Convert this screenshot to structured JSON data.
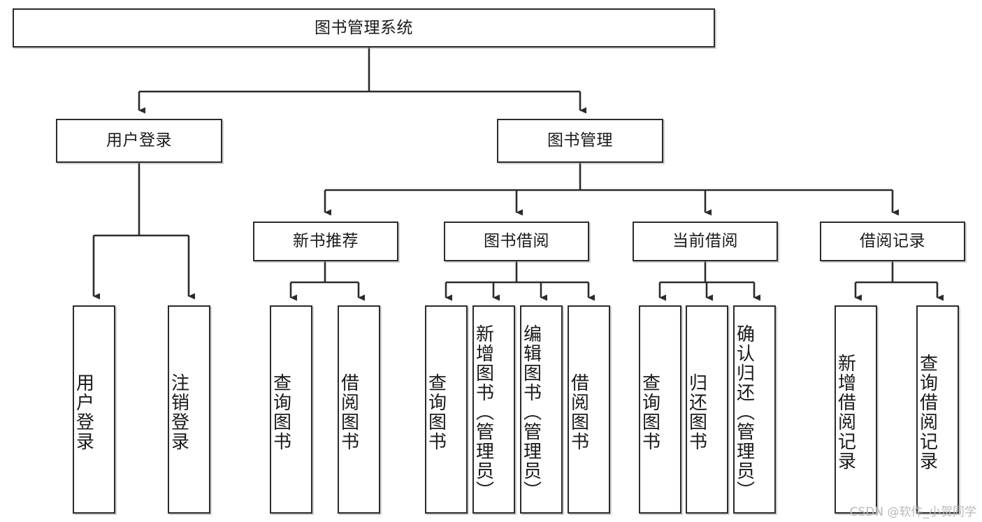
{
  "diagram": {
    "type": "tree",
    "title_node": "图书管理系统",
    "watermark": "CSDN @软件_小贺同学",
    "colors": {
      "box_border": "#2b2b2b",
      "box_fill": "#ffffff",
      "connector": "#2b2b2b",
      "text": "#1a1a1a",
      "watermark": "#b9b9b9"
    },
    "nodes": {
      "root": {
        "label": "图书管理系统"
      },
      "level2": [
        {
          "id": "user-login",
          "label": "用户登录"
        },
        {
          "id": "book-manage",
          "label": "图书管理"
        }
      ],
      "level3": [
        {
          "id": "new-book-recommend",
          "label": "新书推荐"
        },
        {
          "id": "book-borrow",
          "label": "图书借阅"
        },
        {
          "id": "current-borrow",
          "label": "当前借阅"
        },
        {
          "id": "borrow-record",
          "label": "借阅记录"
        }
      ],
      "leaves": {
        "user_login": [
          {
            "id": "leaf-user-login",
            "label": "用户登录"
          },
          {
            "id": "leaf-logout-login",
            "label": "注销登录"
          }
        ],
        "new_book_recommend": [
          {
            "id": "leaf-query-book-1",
            "label": "查询图书"
          },
          {
            "id": "leaf-borrow-book-1",
            "label": "借阅图书"
          }
        ],
        "book_borrow": [
          {
            "id": "leaf-query-book-2",
            "label": "查询图书"
          },
          {
            "id": "leaf-add-book",
            "label": "新增图书（管理员）"
          },
          {
            "id": "leaf-edit-book",
            "label": "编辑图书（管理员）"
          },
          {
            "id": "leaf-borrow-book-2",
            "label": "借阅图书"
          }
        ],
        "current_borrow": [
          {
            "id": "leaf-query-book-3",
            "label": "查询图书"
          },
          {
            "id": "leaf-return-book",
            "label": "归还图书"
          },
          {
            "id": "leaf-confirm-return",
            "label": "确认归还（管理员）"
          }
        ],
        "borrow_record": [
          {
            "id": "leaf-add-record",
            "label": "新增借阅记录"
          },
          {
            "id": "leaf-query-record",
            "label": "查询借阅记录"
          }
        ]
      }
    }
  }
}
